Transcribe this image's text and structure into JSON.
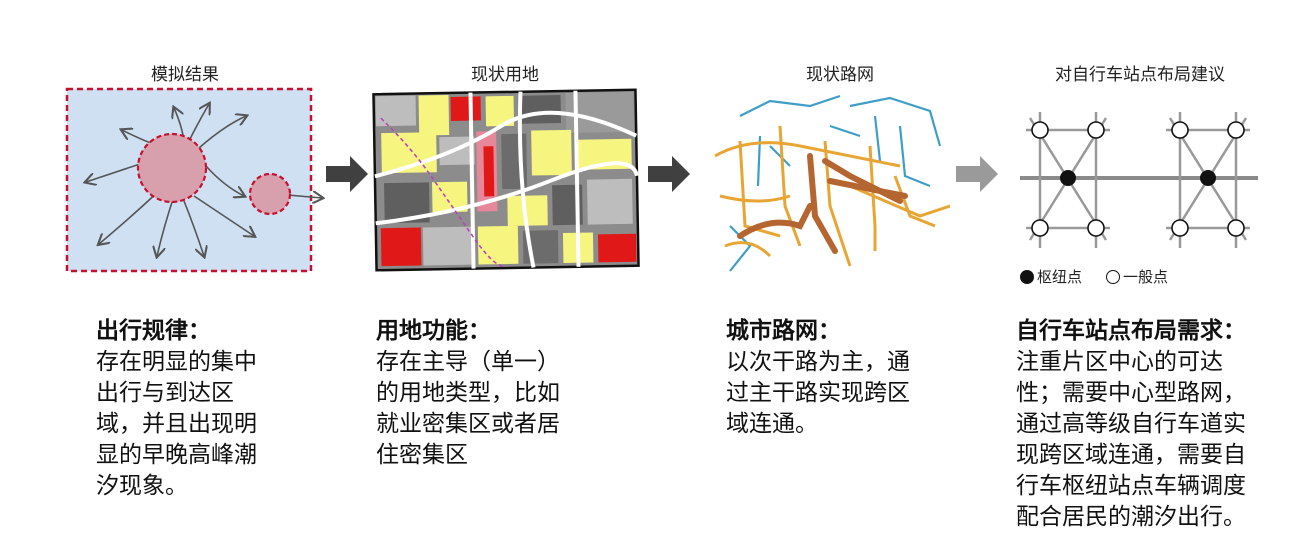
{
  "panels": [
    {
      "title": "模拟结果",
      "heading": "出行规律：",
      "body": "存在明显的集中\n出行与到达区\n域，并且出现明\n显的早晚高峰潮\n汐现象。"
    },
    {
      "title": "现状用地",
      "heading": "用地功能：",
      "body": "存在主导（单一）\n的用地类型，比如\n就业密集区或者居\n住密集区"
    },
    {
      "title": "现状路网",
      "heading": "城市路网：",
      "body": "以次干路为主，通\n过主干路实现跨区\n域连通。"
    },
    {
      "title": "对自行车站点布局建议",
      "heading": "自行车站点布局需求：",
      "body": "注重片区中心的可达\n性；需要中心型路网，\n通过高等级自行车道实\n现跨区域连通，需要自\n行车枢纽站点车辆调度\n配合居民的潮汐出行。"
    }
  ],
  "legend": {
    "hub": "枢纽点",
    "normal": "一般点"
  },
  "colors": {
    "sim_bg": "#cfe0f2",
    "dashed_red": "#c8102e",
    "bubble": "#d7a0ac",
    "arrow_gray": "#555555",
    "road_main": "#b5652f",
    "road_orange": "#e7a534",
    "road_blue": "#3e9ec6"
  }
}
